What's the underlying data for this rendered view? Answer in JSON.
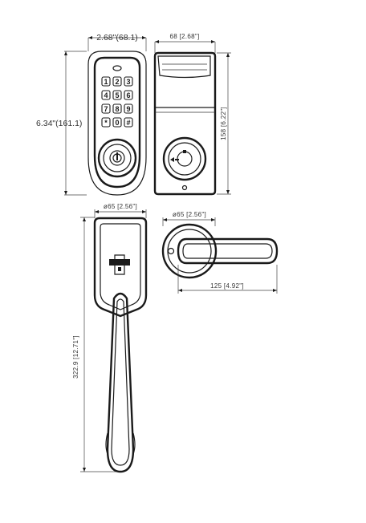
{
  "front_view": {
    "width_label": "2.68\"(68.1)",
    "height_label": "6.34\"(161.1)",
    "keypad_keys": [
      "1",
      "2",
      "3",
      "4",
      "5",
      "6",
      "7",
      "8",
      "9",
      "*",
      "0",
      "#"
    ]
  },
  "side_view": {
    "width_label": "68 [2.68\"]",
    "height_label": "158 [6.22\"]"
  },
  "handle_front_view": {
    "width_label": "ø65 [2.56\"]",
    "height_label": "322.9 [12.71\"]"
  },
  "lever_side_view": {
    "diameter_label": "ø65 [2.56\"]",
    "length_label": "125 [4.92\"]"
  }
}
